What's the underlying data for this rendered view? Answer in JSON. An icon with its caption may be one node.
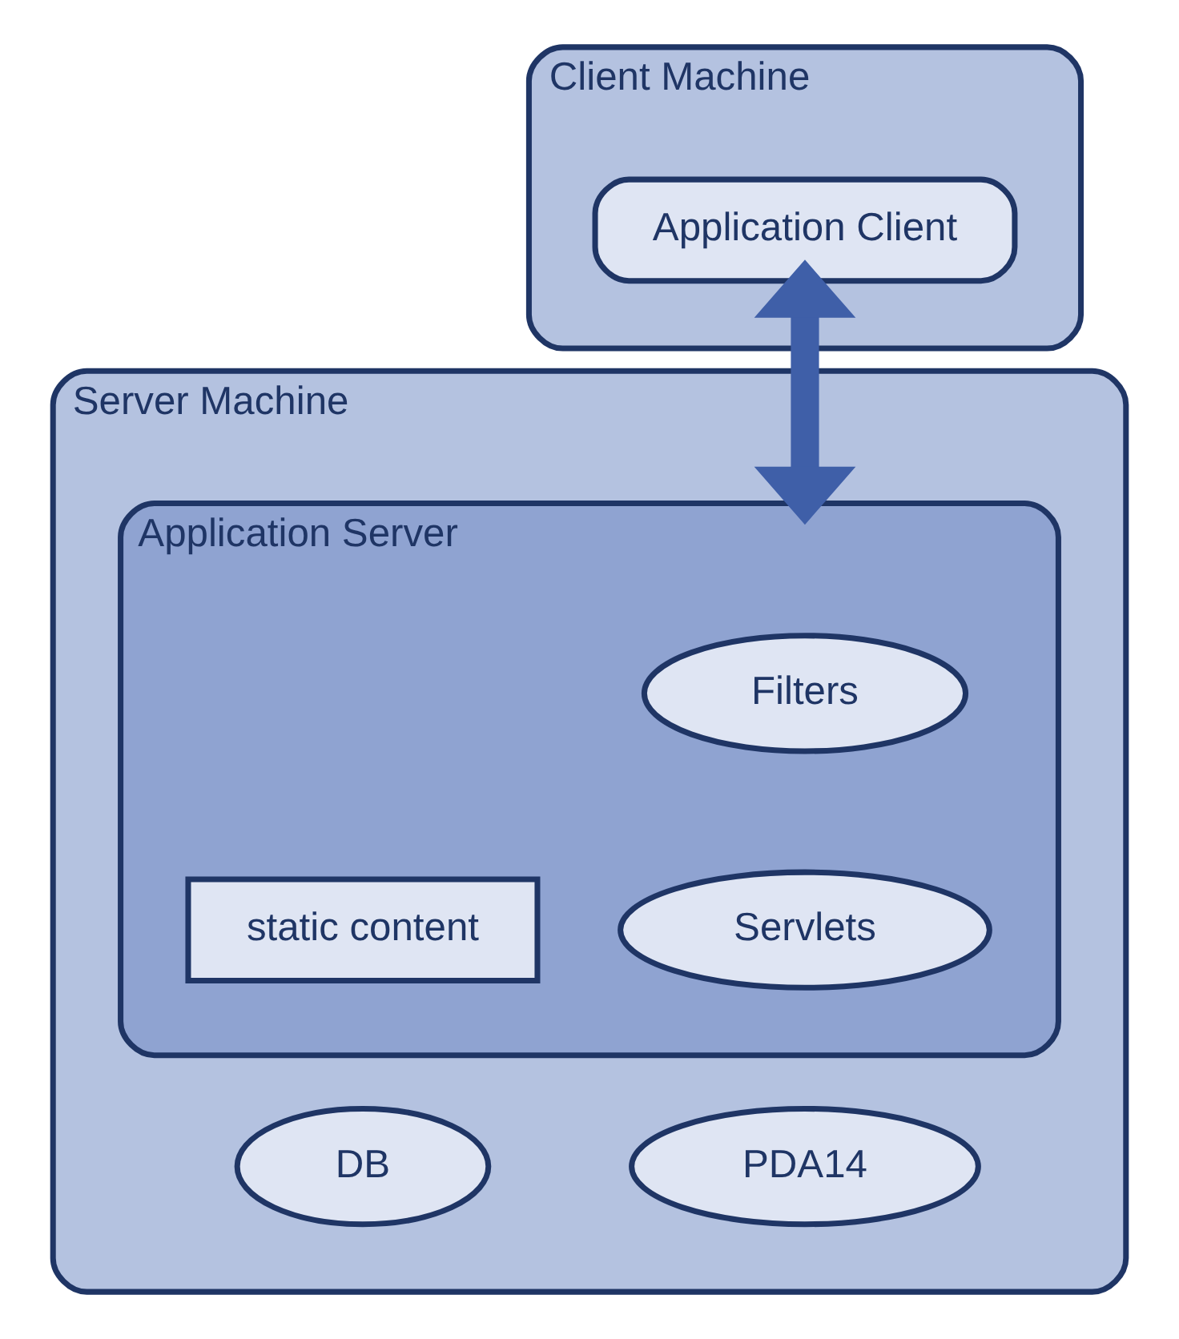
{
  "diagram": {
    "nodes": [
      {
        "text": [
          "Client Machine"
        ]
      },
      {
        "text": [
          "Application Client"
        ],
        "in": 0
      },
      {
        "text": [
          "Server Machine"
        ]
      },
      {
        "text": [
          "Application Server"
        ],
        "in": 2
      },
      {
        "text": [
          "Filters"
        ],
        "in": 3
      },
      {
        "text": [
          "static content"
        ],
        "in": 3
      },
      {
        "text": [
          "Servlets"
        ],
        "in": 3
      },
      {
        "text": [
          "DB"
        ],
        "in": 2
      },
      {
        "text": [
          "PDA14"
        ],
        "in": 2
      }
    ],
    "edges": [
      {
        "from": 1,
        "to": 3,
        "arrow": "both"
      }
    ]
  }
}
